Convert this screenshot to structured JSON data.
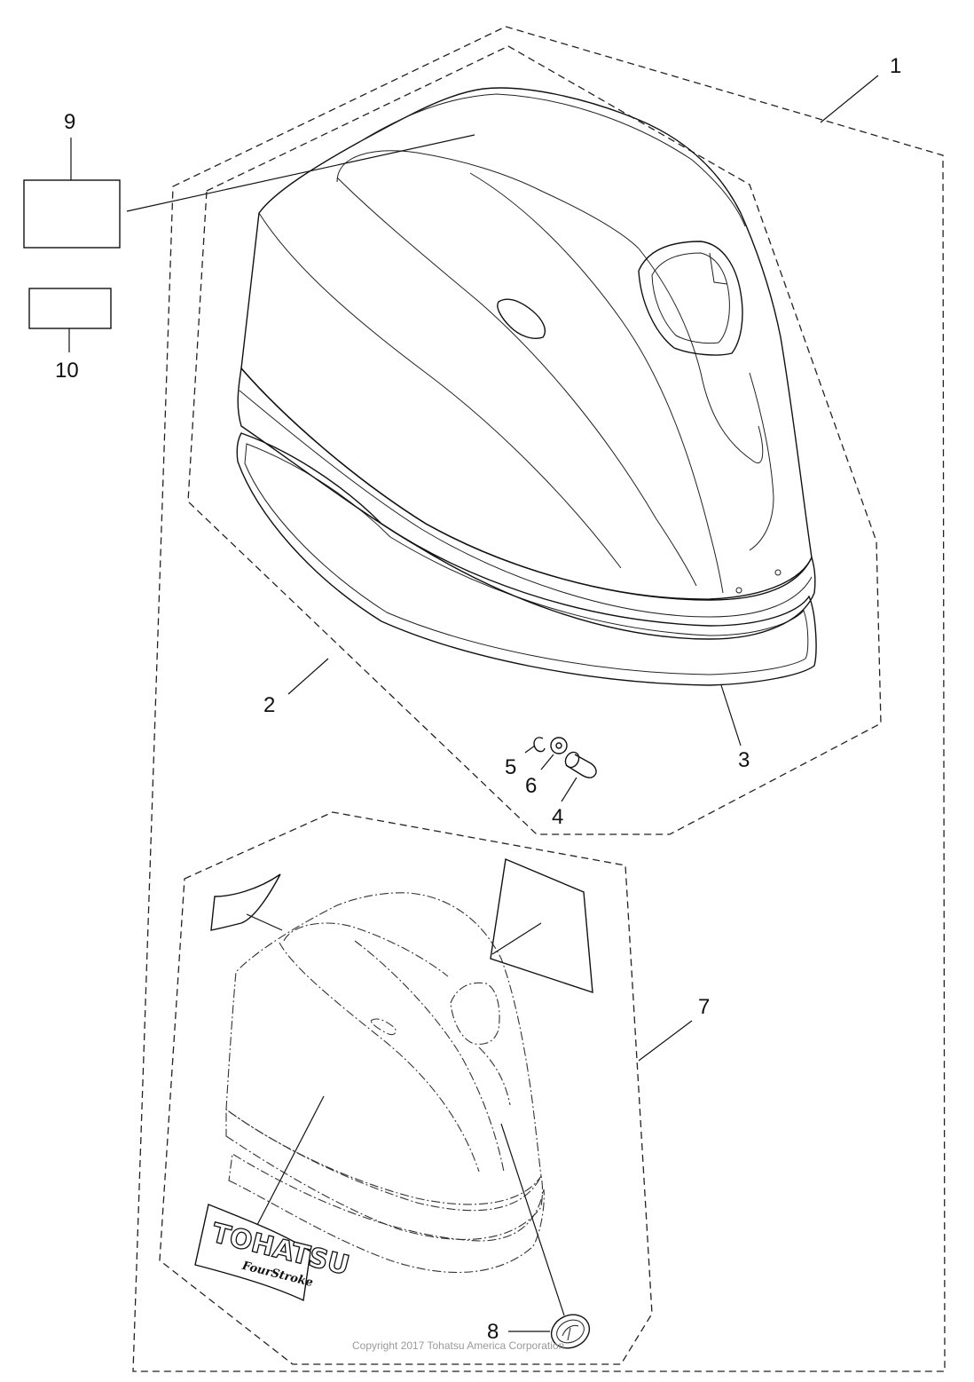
{
  "callouts": {
    "c1": "1",
    "c2": "2",
    "c3": "3",
    "c4": "4",
    "c5": "5",
    "c6": "6",
    "c7": "7",
    "c8": "8",
    "c9": "9",
    "c10": "10"
  },
  "decal": {
    "brand": "TOHATSU",
    "sub": "FourStroke"
  },
  "footer": {
    "copyright": "Copyright 2017 Tohatsu America Corporation"
  }
}
